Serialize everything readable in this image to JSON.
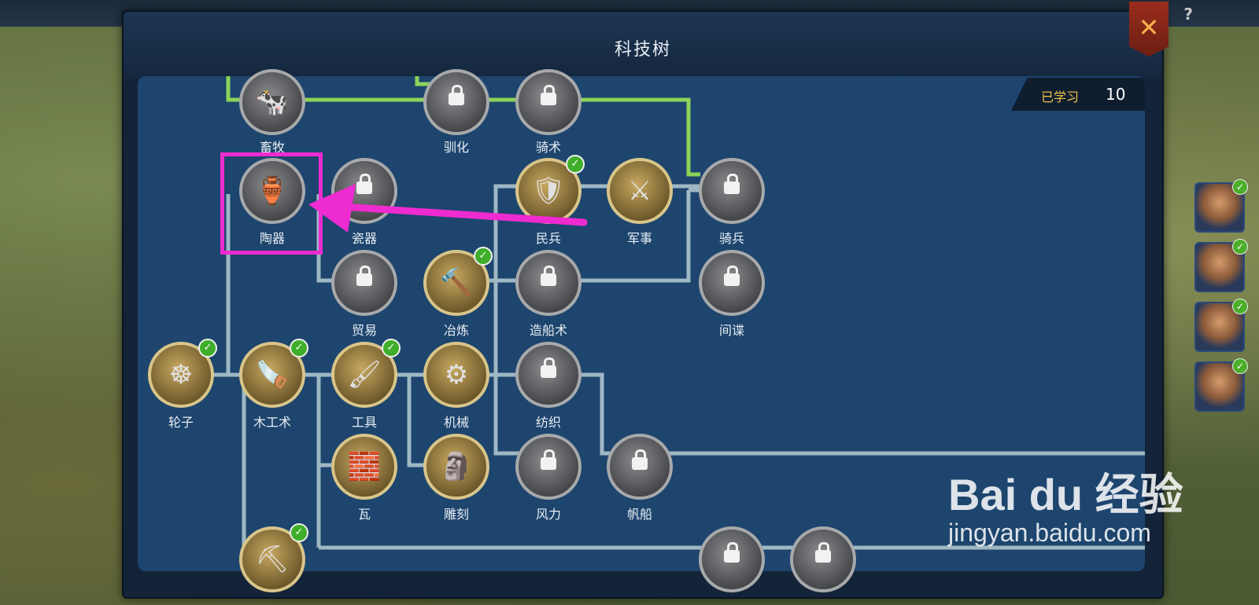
{
  "window": {
    "title": "科技树",
    "help_glyph": "?",
    "close_glyph": "✕"
  },
  "learned_counter": {
    "label": "已学习",
    "value": "10"
  },
  "colors": {
    "panel_bg": "#132338",
    "tree_bg": "#1d456e",
    "link_active": "#8dd35a",
    "link_inactive": "#9eb8c4",
    "learned_badge": "#3fae2a",
    "highlight": "#ee2bd0"
  },
  "technologies": [
    {
      "id": "animal-husbandry",
      "label": "畜牧",
      "icon": "cow-icon",
      "glyph": "🐄",
      "learned": false,
      "locked": false
    },
    {
      "id": "domestication",
      "label": "驯化",
      "icon": "horse-head-icon",
      "glyph": "",
      "learned": false,
      "locked": true
    },
    {
      "id": "horsemanship",
      "label": "骑术",
      "icon": "saddle-icon",
      "glyph": "",
      "learned": false,
      "locked": true
    },
    {
      "id": "pottery",
      "label": "陶器",
      "icon": "pot-icon",
      "glyph": "🏺",
      "learned": false,
      "locked": false
    },
    {
      "id": "porcelain",
      "label": "瓷器",
      "icon": "porcelain-icon",
      "glyph": "",
      "learned": false,
      "locked": true
    },
    {
      "id": "militia",
      "label": "民兵",
      "icon": "spearmen-icon",
      "glyph": "🛡",
      "learned": true,
      "locked": false
    },
    {
      "id": "military",
      "label": "军事",
      "icon": "crossed-swords-icon",
      "glyph": "⚔",
      "learned": false,
      "locked": false
    },
    {
      "id": "cavalry",
      "label": "骑兵",
      "icon": "horseman-icon",
      "glyph": "",
      "learned": false,
      "locked": true
    },
    {
      "id": "trade",
      "label": "贸易",
      "icon": "ingots-icon",
      "glyph": "",
      "learned": false,
      "locked": true
    },
    {
      "id": "smelting",
      "label": "冶炼",
      "icon": "hammer-anvil-icon",
      "glyph": "🔨",
      "learned": true,
      "locked": false
    },
    {
      "id": "shipbuilding",
      "label": "造船术",
      "icon": "ship-frame-icon",
      "glyph": "",
      "learned": false,
      "locked": true
    },
    {
      "id": "espionage",
      "label": "间谍",
      "icon": "shattered-glass-icon",
      "glyph": "",
      "learned": false,
      "locked": true
    },
    {
      "id": "wheel",
      "label": "轮子",
      "icon": "wheel-icon",
      "glyph": "☸",
      "learned": true,
      "locked": false
    },
    {
      "id": "carpentry",
      "label": "木工术",
      "icon": "plane-tool-icon",
      "glyph": "🪚",
      "learned": true,
      "locked": false
    },
    {
      "id": "tools",
      "label": "工具",
      "icon": "brush-icon",
      "glyph": "🖌",
      "learned": true,
      "locked": false
    },
    {
      "id": "machinery",
      "label": "机械",
      "icon": "gears-icon",
      "glyph": "⚙",
      "learned": false,
      "locked": false
    },
    {
      "id": "weaving",
      "label": "纺织",
      "icon": "spools-icon",
      "glyph": "",
      "learned": false,
      "locked": true
    },
    {
      "id": "tile",
      "label": "瓦",
      "icon": "roof-tile-icon",
      "glyph": "🧱",
      "learned": false,
      "locked": false
    },
    {
      "id": "carving",
      "label": "雕刻",
      "icon": "chisel-block-icon",
      "glyph": "🗿",
      "learned": false,
      "locked": false
    },
    {
      "id": "wind-power",
      "label": "风力",
      "icon": "windmill-icon",
      "glyph": "",
      "learned": false,
      "locked": true
    },
    {
      "id": "sailing",
      "label": "帆船",
      "icon": "sailboat-icon",
      "glyph": "",
      "learned": false,
      "locked": true
    },
    {
      "id": "mining",
      "label": "",
      "icon": "pickaxe-icon",
      "glyph": "⛏",
      "learned": true,
      "locked": false
    },
    {
      "id": "bottom-building-1",
      "label": "",
      "icon": "building-icon",
      "glyph": "",
      "learned": false,
      "locked": true
    },
    {
      "id": "bottom-building-2",
      "label": "",
      "icon": "cathedral-icon",
      "glyph": "",
      "learned": false,
      "locked": true
    }
  ],
  "annotation": {
    "highlighted_tech": "陶器",
    "arrow_points_to": "pottery"
  },
  "watermark": {
    "logo": "Bai du 经验",
    "url": "jingyan.baidu.com"
  }
}
